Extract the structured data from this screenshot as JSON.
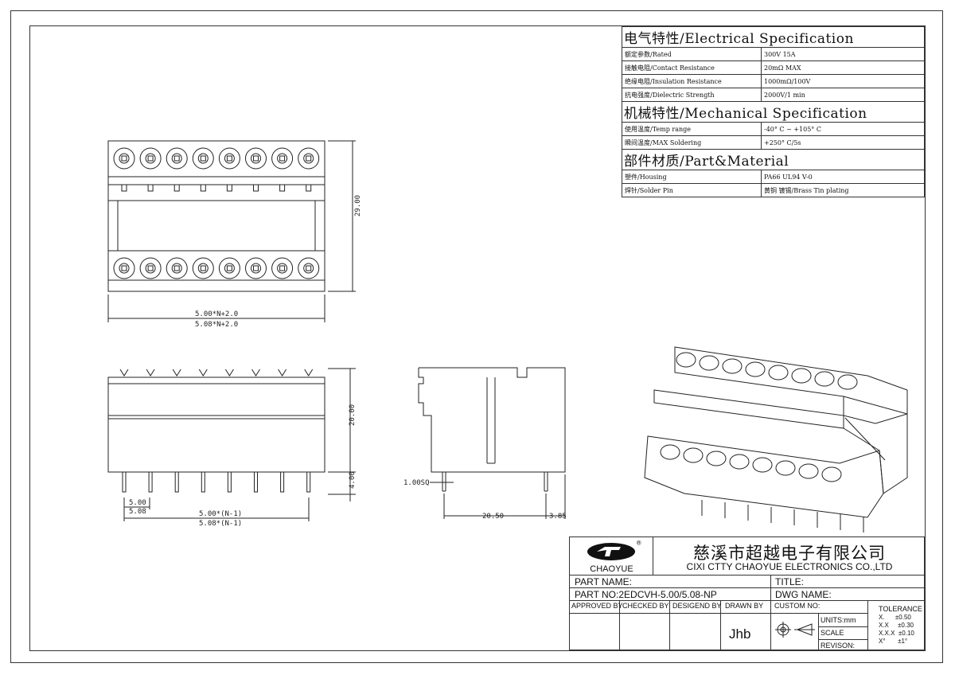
{
  "spec": {
    "electrical_title": "电气特性/Electrical Specification",
    "rated_label": "额定参数/Rated",
    "rated_value": "300V 15A",
    "contact_label": "接触电阻/Contact Resistance",
    "contact_value": "20mΩ MAX",
    "insulation_label": "绝缘电阻/Insulation Resistance",
    "insulation_value": "1000mΩ/100V",
    "dielectric_label": "抗电强度/Dielectric Strength",
    "dielectric_value": "2000V/1 min",
    "mechanical_title": "机械特性/Mechanical Specification",
    "temp_label": "使用温度/Temp range",
    "temp_value": "-40° C ~ +105° C",
    "solder_label": "瞬间温度/MAX Soldering",
    "solder_value": "+250° C/5s",
    "material_title": "部件材质/Part&Material",
    "housing_label": "塑件/Housing",
    "housing_value": "PA66 UL94 V-0",
    "pin_label": "焊针/Solder Pin",
    "pin_value": "黄铜 镀锡/Brass Tin plating"
  },
  "dims": {
    "top_h": "29.00",
    "top_w1": "5.00*N+2.0",
    "top_w2": "5.08*N+2.0",
    "front_h": "20.00",
    "pin_h": "4.00",
    "pitch1": "5.00",
    "pitch2": "5.08",
    "span1": "5.00*(N-1)",
    "span2": "5.08*(N-1)",
    "pin_sq": "1.00SQ",
    "side_w": "20.50",
    "side_off": "3.85"
  },
  "titleblock": {
    "logo_name": "CHAOYUE",
    "company_cn": "慈溪市超越电子有限公司",
    "company_en": "CIXI CTTY CHAOYUE ELECTRONICS CO.,LTD",
    "part_name_label": "PART NAME:",
    "title_label": "TITLE:",
    "part_no": "PART NO:2EDCVH-5.00/5.08-NP",
    "dwg_name_label": "DWG NAME:",
    "approved_by": "APPROVED BY",
    "checked_by": "CHECKED BY",
    "designed_by": "DESIGEND BY",
    "drawn_by": "DRAWN BY",
    "drawn_by_sig": "Jhb",
    "custom_no": "CUSTOM NO:",
    "units": "UNITS:mm",
    "scale": "SCALE",
    "revision": "REVISON:",
    "tolerance": "TOLERANCE",
    "tol_1": "X.      ±0.50",
    "tol_2": "X.X     ±0.30",
    "tol_3": "X.X.X  ±0.10",
    "tol_4": "X°       ±1°"
  }
}
